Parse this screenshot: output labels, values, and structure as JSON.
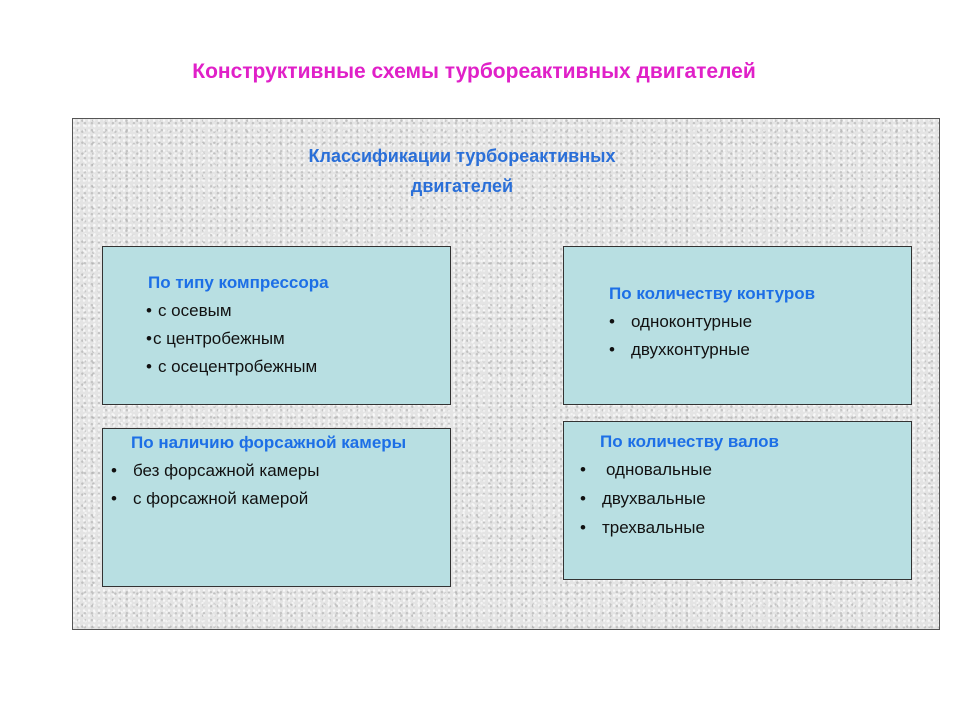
{
  "title": "Конструктивные схемы турбореактивных двигателей",
  "classification_title_line1": "Классификации турбореактивных",
  "classification_title_line2": "двигателей",
  "bullet": "•",
  "boxes": {
    "compressor": {
      "heading": "По типу компрессора",
      "items": [
        "с осевым",
        "с центробежным",
        "с осецентробежным"
      ]
    },
    "contours": {
      "heading": "По количеству контуров",
      "items": [
        "одноконтурные",
        "двухконтурные"
      ]
    },
    "afterburner": {
      "heading": "По наличию форсажной камеры",
      "items": [
        "без форсажной камеры",
        "с форсажной камерой"
      ]
    },
    "shafts": {
      "heading": "По количеству валов",
      "items": [
        "одновальные",
        "двухвальные",
        "трехвальные"
      ]
    }
  }
}
